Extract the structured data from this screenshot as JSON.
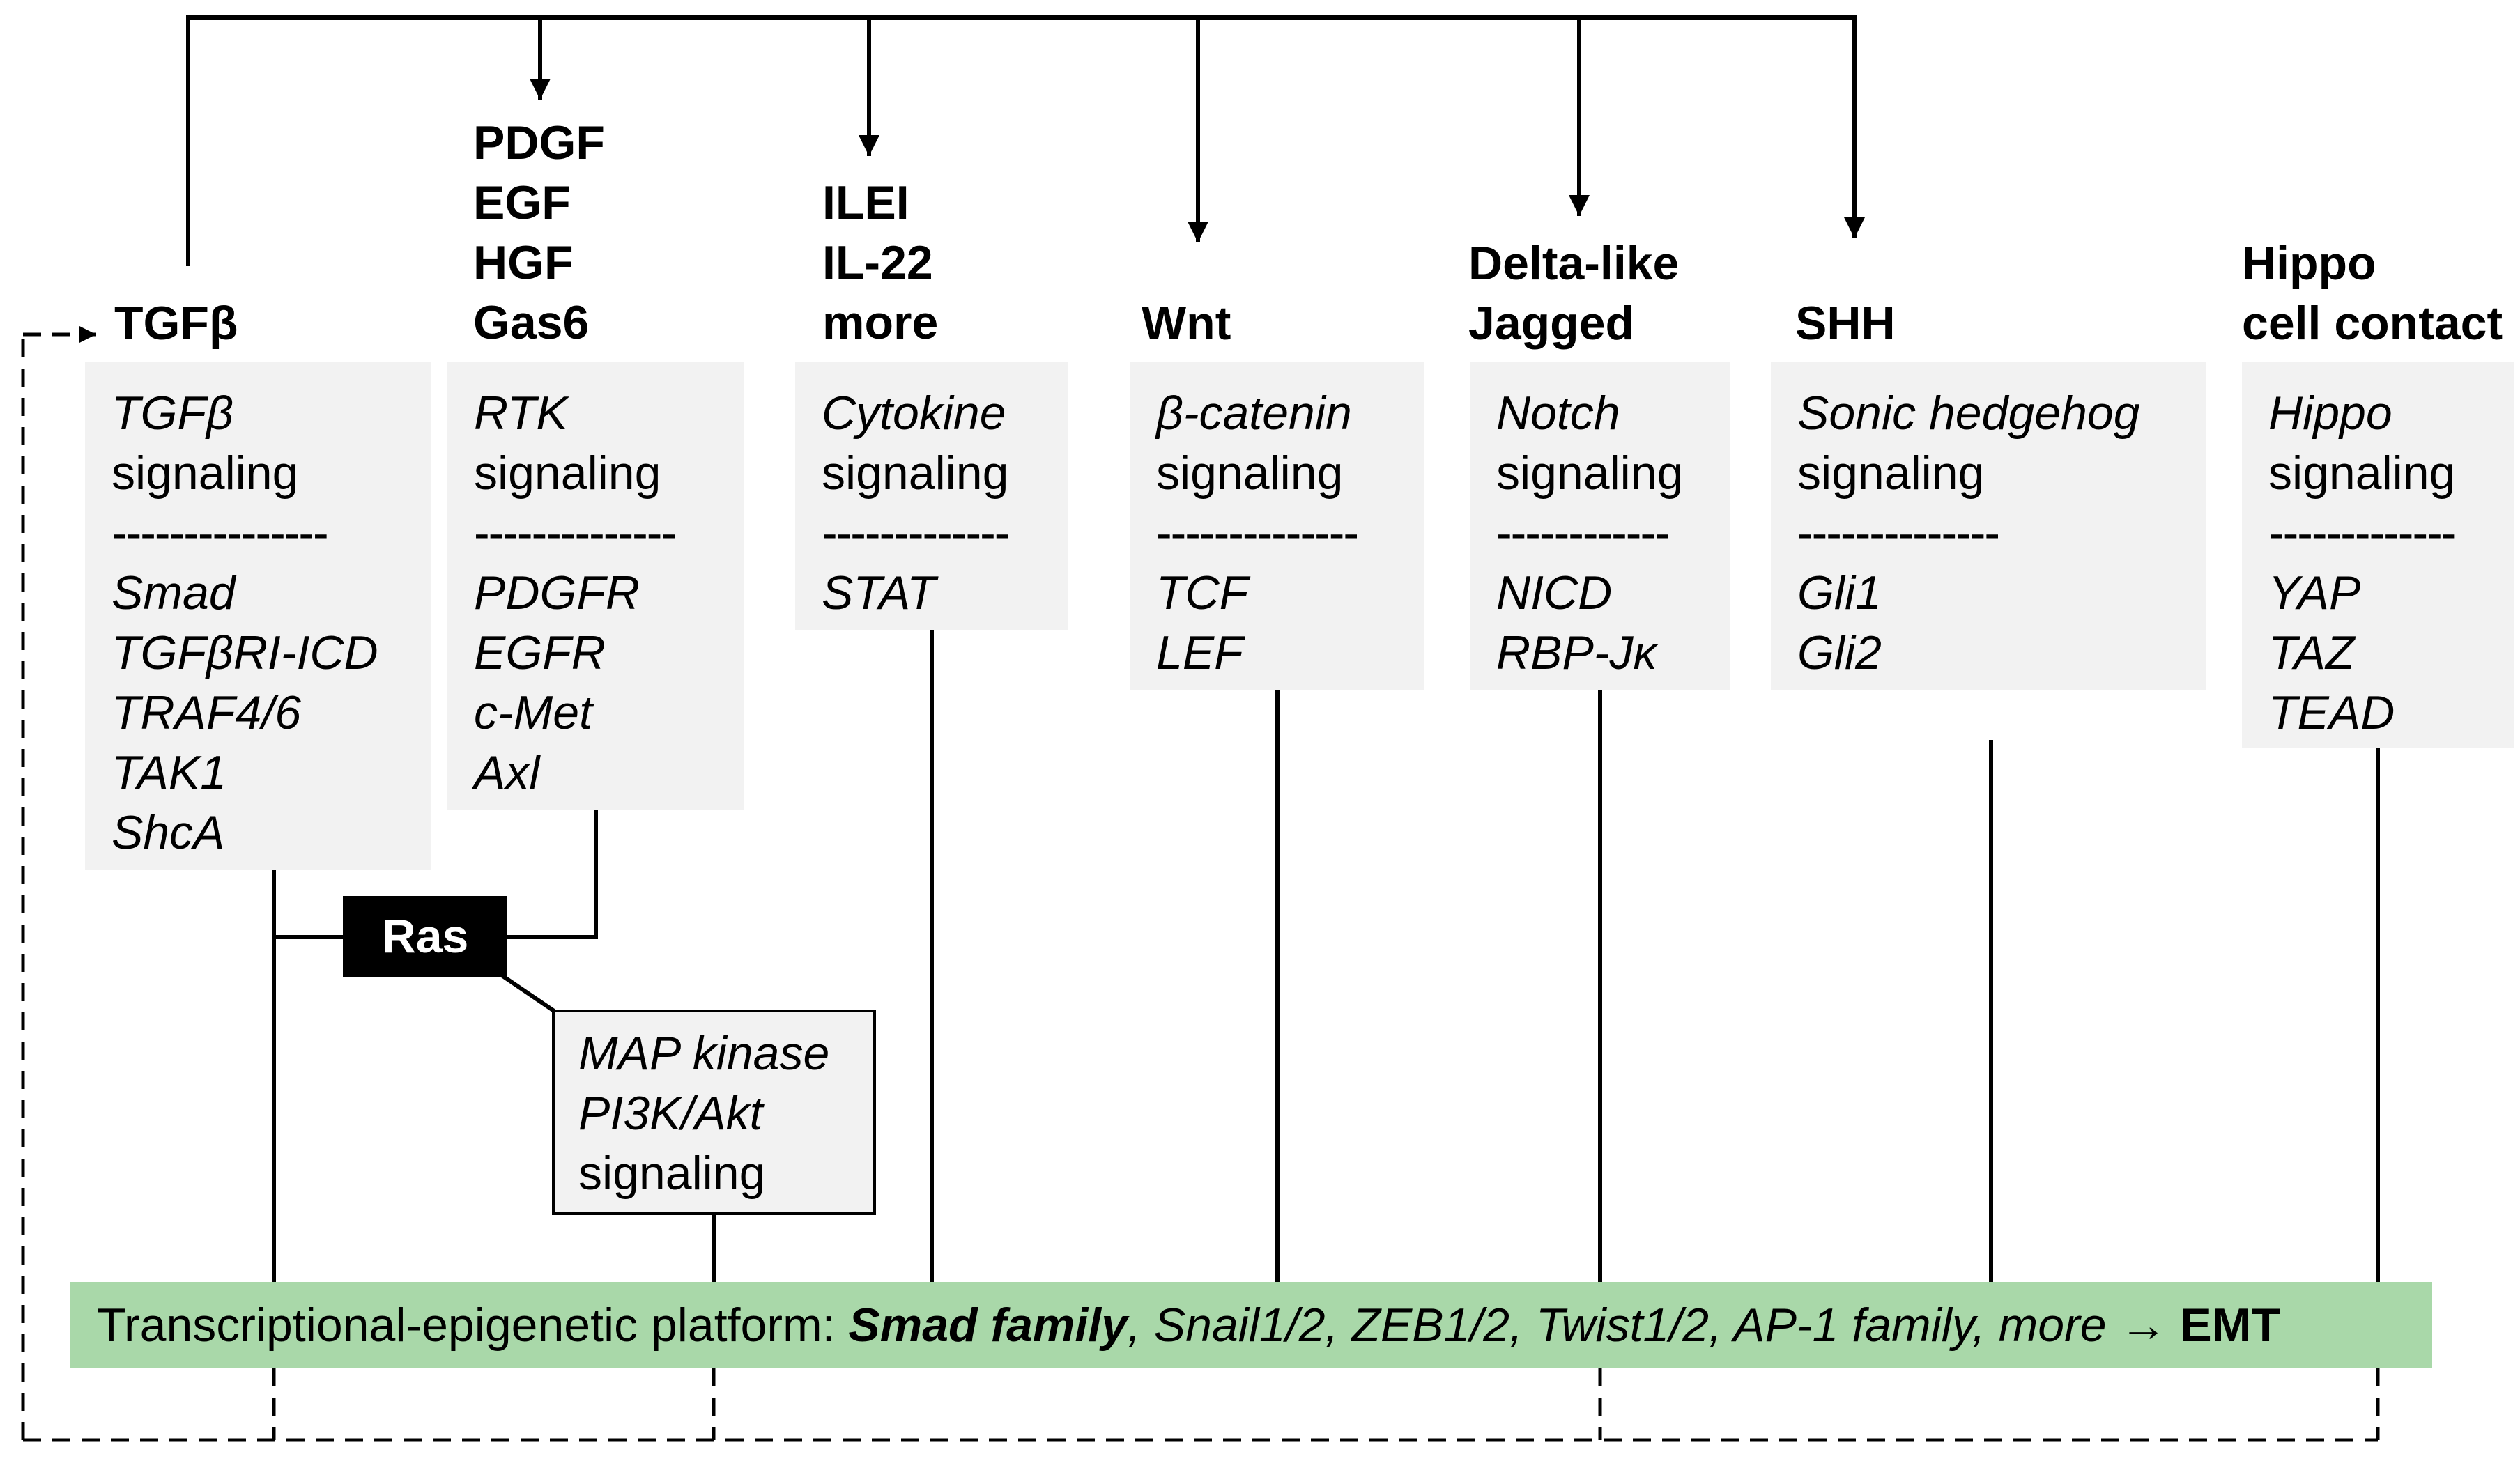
{
  "ligands": {
    "tgfb": [
      "TGFβ"
    ],
    "rtk": [
      "PDGF",
      "EGF",
      "HGF",
      "Gas6"
    ],
    "cytokine": [
      "ILEI",
      "IL-22",
      "more"
    ],
    "wnt": [
      "Wnt"
    ],
    "notch": [
      "Delta-like",
      "Jagged"
    ],
    "shh": [
      "SHH"
    ],
    "hippo": [
      "Hippo",
      "cell contact"
    ]
  },
  "pathways": {
    "tgfb": {
      "title": "TGFβ",
      "subtitle": "signaling",
      "divider": "---------------",
      "effectors": [
        "Smad",
        "TGFβRI-ICD",
        "TRAF4/6",
        "TAK1",
        "ShcA"
      ]
    },
    "rtk": {
      "title": "RTK",
      "subtitle": "signaling",
      "divider": "--------------",
      "effectors": [
        "PDGFR",
        "EGFR",
        "c-Met",
        "Axl"
      ]
    },
    "cytokine": {
      "title": "Cytokine",
      "subtitle": "signaling",
      "divider": "-------------",
      "effectors": [
        "STAT"
      ]
    },
    "wnt": {
      "title": "β-catenin",
      "subtitle": "signaling",
      "divider": "--------------",
      "effectors": [
        "TCF",
        "LEF"
      ]
    },
    "notch": {
      "title": "Notch",
      "subtitle": "signaling",
      "divider": "------------",
      "effectors": [
        "NICD",
        "RBP-Jκ"
      ]
    },
    "shh": {
      "title": "Sonic hedgehog",
      "subtitle": "signaling",
      "divider": "--------------",
      "effectors": [
        "Gli1",
        "Gli2"
      ]
    },
    "hippo": {
      "title": "Hippo",
      "subtitle": "signaling",
      "divider": "-------------",
      "effectors": [
        "YAP",
        "TAZ",
        "TEAD"
      ]
    }
  },
  "ras": {
    "label": "Ras"
  },
  "map_kinase": {
    "lines": [
      "MAP kinase",
      "PI3K/Akt"
    ],
    "last": "signaling"
  },
  "platform": {
    "prefix": "Transcriptional-epigenetic platform: ",
    "smad": "Smad family",
    "rest": ", Snail1/2, ZEB1/2, Twist1/2, AP-1 family, more ",
    "arrow": "→",
    "emt": " EMT",
    "color": "#a9d8a9"
  }
}
